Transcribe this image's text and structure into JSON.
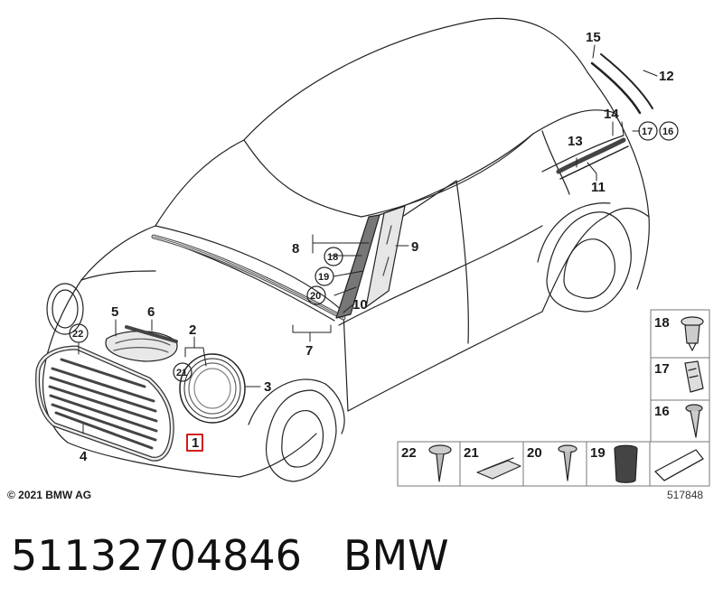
{
  "copyright": "© 2021 BMW AG",
  "drawing_number": "517848",
  "part_number": "51132704846",
  "brand": "BMW",
  "highlighted_callout": "1",
  "callouts": {
    "c1": "1",
    "c2": "2",
    "c3": "3",
    "c4": "4",
    "c5": "5",
    "c6": "6",
    "c7": "7",
    "c8": "8",
    "c9": "9",
    "c10": "10",
    "c11": "11",
    "c12": "12",
    "c13": "13",
    "c14": "14",
    "c15": "15",
    "circ16": "16",
    "circ17": "17",
    "circ18": "18",
    "circ19": "19",
    "circ20": "20",
    "circ21": "21",
    "circ22": "22"
  },
  "side_panels": [
    "18",
    "17",
    "16"
  ],
  "bottom_panels": [
    "22",
    "21",
    "20",
    "19"
  ],
  "accent_color": "#cc0000"
}
